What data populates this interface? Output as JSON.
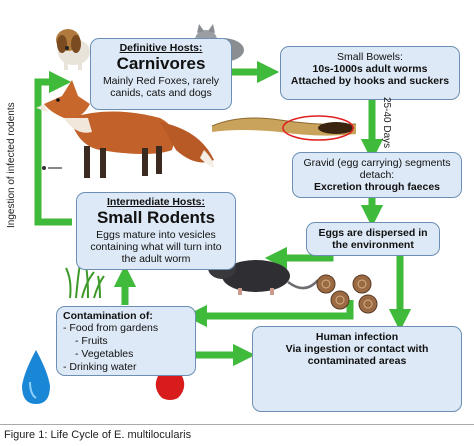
{
  "definitive": {
    "title": "Definitive Hosts:",
    "name": "Carnivores",
    "desc": "Mainly Red Foxes, rarely canids, cats and dogs"
  },
  "bowels": {
    "title": "Small Bowels:",
    "line1": "10s-1000s adult worms",
    "line2": "Attached by hooks and suckers"
  },
  "days_label": "25-40 Days",
  "gravid": {
    "line1": "Gravid (egg carrying) segments detach:",
    "line2": "Excretion through faeces"
  },
  "eggs": {
    "text": "Eggs are dispersed in the environment"
  },
  "intermediate": {
    "title": "Intermediate Hosts:",
    "name": "Small Rodents",
    "desc": "Eggs mature into vesicles containing what will turn into the adult worm"
  },
  "contamination": {
    "title": "Contamination of:",
    "items": [
      "-  Food from gardens",
      "-  Fruits",
      "-  Vegetables",
      "-  Drinking water"
    ]
  },
  "human": {
    "line1": "Human infection",
    "line2": "Via ingestion or contact with contaminated areas"
  },
  "side_label": "Ingestion of infected rodents",
  "caption": "Figure 1: Life Cycle of E. multilocularis",
  "colors": {
    "arrow": "#3fba3a",
    "box_fill": "#dde9f6",
    "box_border": "#6d8fb4"
  }
}
